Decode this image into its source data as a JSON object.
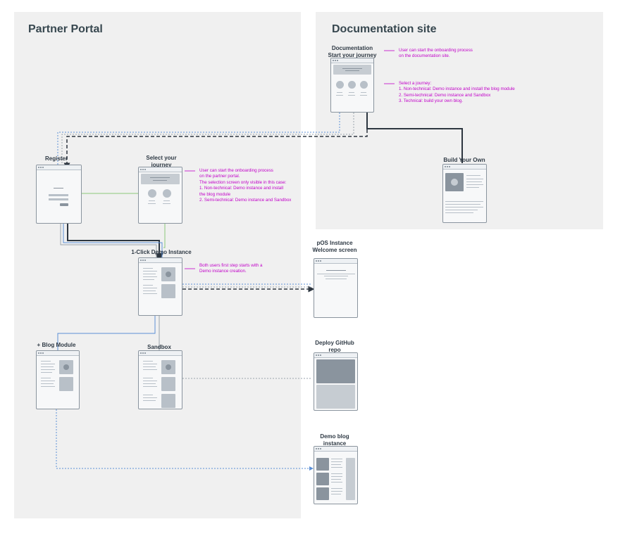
{
  "regions": {
    "partner_portal": {
      "title": "Partner Portal"
    },
    "documentation_site": {
      "title": "Documentation site"
    }
  },
  "nodes": {
    "doc_start": {
      "title": "Documentation\nStart your journey"
    },
    "build_blog": {
      "title": "Build Your Own\nBlog"
    },
    "register": {
      "title": "Register"
    },
    "select_journey": {
      "title": "Select your\njourney"
    },
    "demo_instance": {
      "title": "1-Click Demo Instance"
    },
    "pos_instance": {
      "title": "pOS Instance\nWelcome screen"
    },
    "blog_module": {
      "title": "+ Blog Module"
    },
    "sandbox": {
      "title": "Sandbox"
    },
    "deploy_github": {
      "title": "Deploy GitHub\nrepo"
    },
    "demo_blog": {
      "title": "Demo blog\ninstance"
    }
  },
  "notes": {
    "doc_onboarding": "User can start the onboarding process\non the documentation site.",
    "doc_select": "Select a journey:\n1. Non-technical: Demo instance and install the blog module\n2. Semi-technical: Demo instance and Sandbox\n3. Technical: build your own blog.",
    "portal_onboarding": "User can start the onboarding process\non the partner portal.\nThe selection screen only visible in this case:\n1. Non-technical: Demo instance and install\nthe blog module\n2. Semi-technical: Demo instance and Sandbox",
    "demo_first_step": "Both users first step starts with a\nDemo instance creation."
  },
  "colors": {
    "annotation": "#c100c8",
    "link_blue": "#5b8fd6",
    "link_dark": "#2d3640",
    "link_green": "#8bc97a",
    "link_gray": "#9aa3ad"
  }
}
